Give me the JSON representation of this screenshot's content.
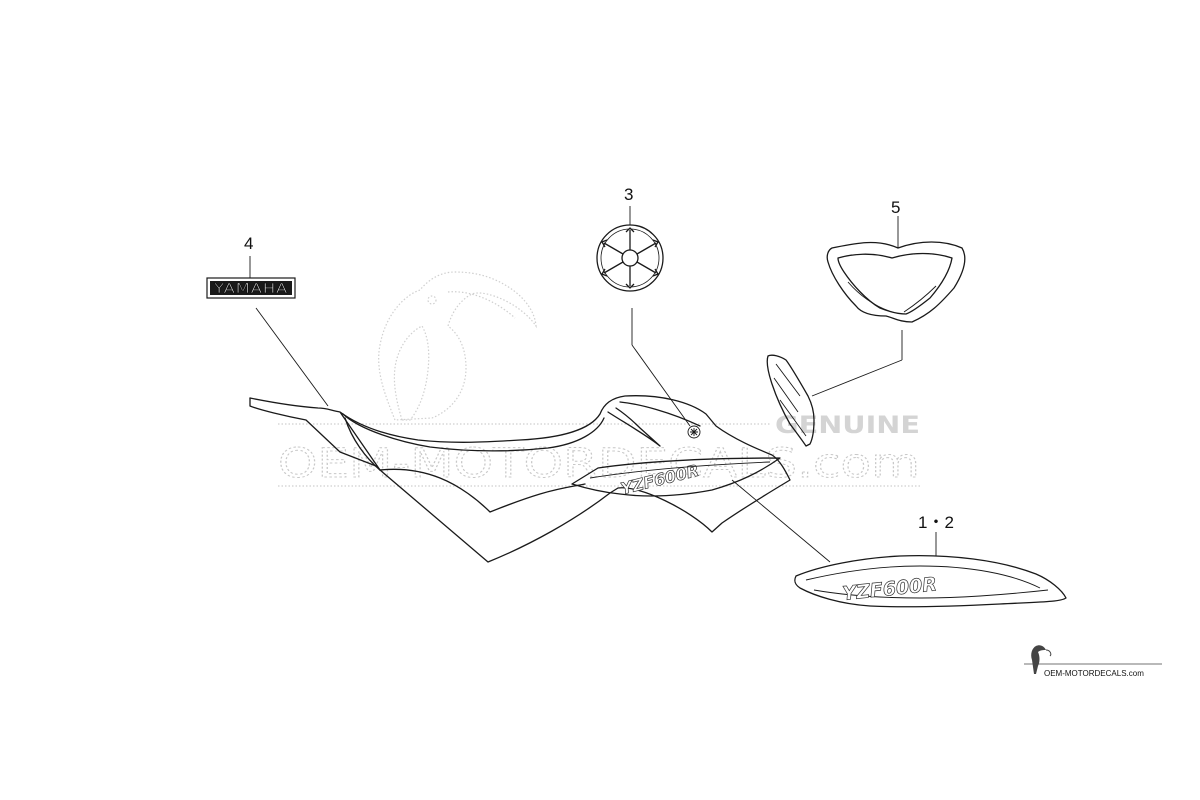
{
  "watermark": {
    "site_text": "OEM-MOTORDECALS.com",
    "genuine_text": "GENUINE"
  },
  "callouts": {
    "part_1_2": "1・2",
    "part_3": "3",
    "part_4": "4",
    "part_5": "5"
  },
  "decals": {
    "part_4_text": "YAMAHA",
    "stripe_text": "YZF600R"
  },
  "footer": {
    "site_text": "OEM-MOTORDECALS.com"
  }
}
